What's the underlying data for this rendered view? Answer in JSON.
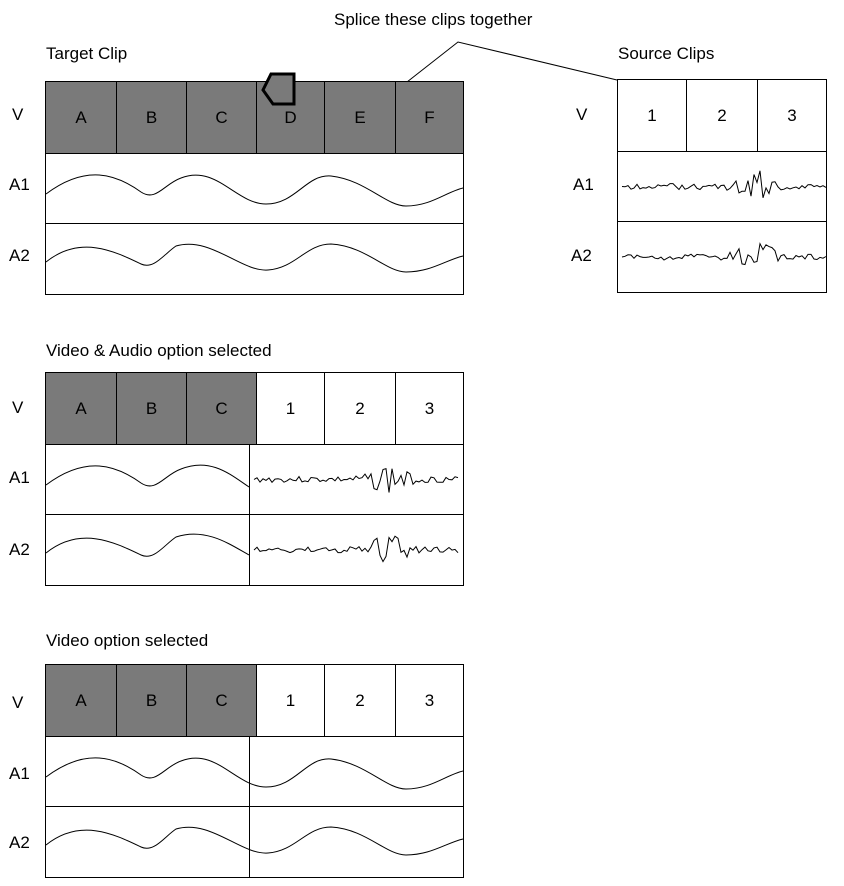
{
  "callout": "Splice these clips together",
  "target": {
    "title": "Target Clip",
    "track_labels": [
      "V",
      "A1",
      "A2"
    ],
    "video_cells": [
      "A",
      "B",
      "C",
      "D",
      "E",
      "F"
    ]
  },
  "source": {
    "title": "Source Clips",
    "track_labels": [
      "V",
      "A1",
      "A2"
    ],
    "video_cells": [
      "1",
      "2",
      "3"
    ]
  },
  "video_audio": {
    "title": "Video & Audio option selected",
    "track_labels": [
      "V",
      "A1",
      "A2"
    ],
    "target_cells": [
      "A",
      "B",
      "C"
    ],
    "source_cells": [
      "1",
      "2",
      "3"
    ]
  },
  "video_only": {
    "title": "Video option selected",
    "track_labels": [
      "V",
      "A1",
      "A2"
    ],
    "target_cells": [
      "A",
      "B",
      "C"
    ],
    "source_cells": [
      "1",
      "2",
      "3"
    ]
  },
  "colors": {
    "target_clip": "#7a7a7a",
    "source_clip": "#ffffff",
    "line": "#000000"
  }
}
